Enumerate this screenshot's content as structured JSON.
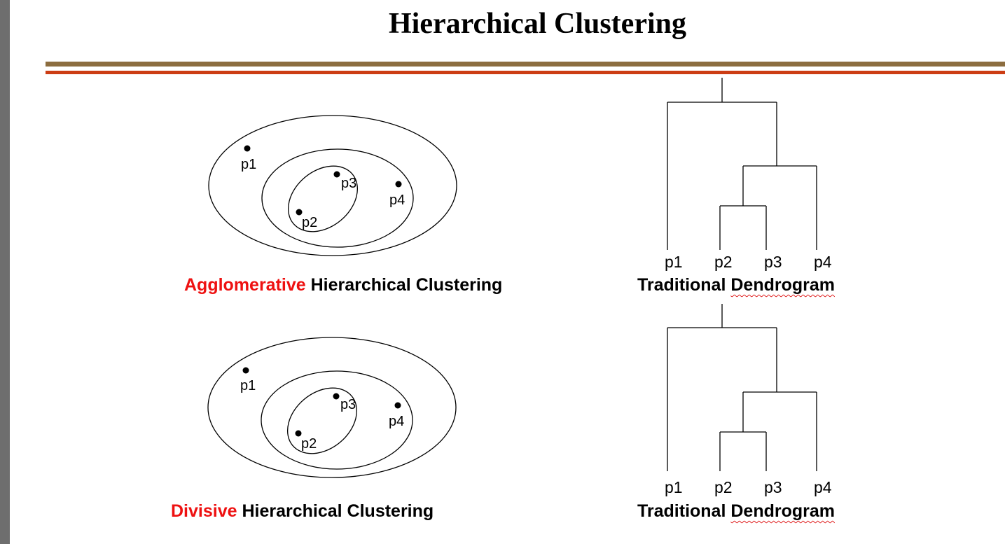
{
  "title": "Hierarchical Clustering",
  "colors": {
    "brown_rule": "#8c6d3f",
    "red_rule": "#cc3d14",
    "highlight": "#ee1111"
  },
  "top": {
    "caption_highlight": "Agglomerative",
    "caption_rest": " Hierarchical Clustering",
    "points": [
      "p1",
      "p2",
      "p3",
      "p4"
    ],
    "dendrogram_leaves": [
      "p1",
      "p2",
      "p3",
      "p4"
    ],
    "dendrogram_caption_a": "Traditional ",
    "dendrogram_caption_b": "Dendrogram"
  },
  "bottom": {
    "caption_highlight": "Divisive",
    "caption_rest": " Hierarchical Clustering",
    "points": [
      "p1",
      "p2",
      "p3",
      "p4"
    ],
    "dendrogram_leaves": [
      "p1",
      "p2",
      "p3",
      "p4"
    ],
    "dendrogram_caption_a": "Traditional ",
    "dendrogram_caption_b": "Dendrogram"
  }
}
